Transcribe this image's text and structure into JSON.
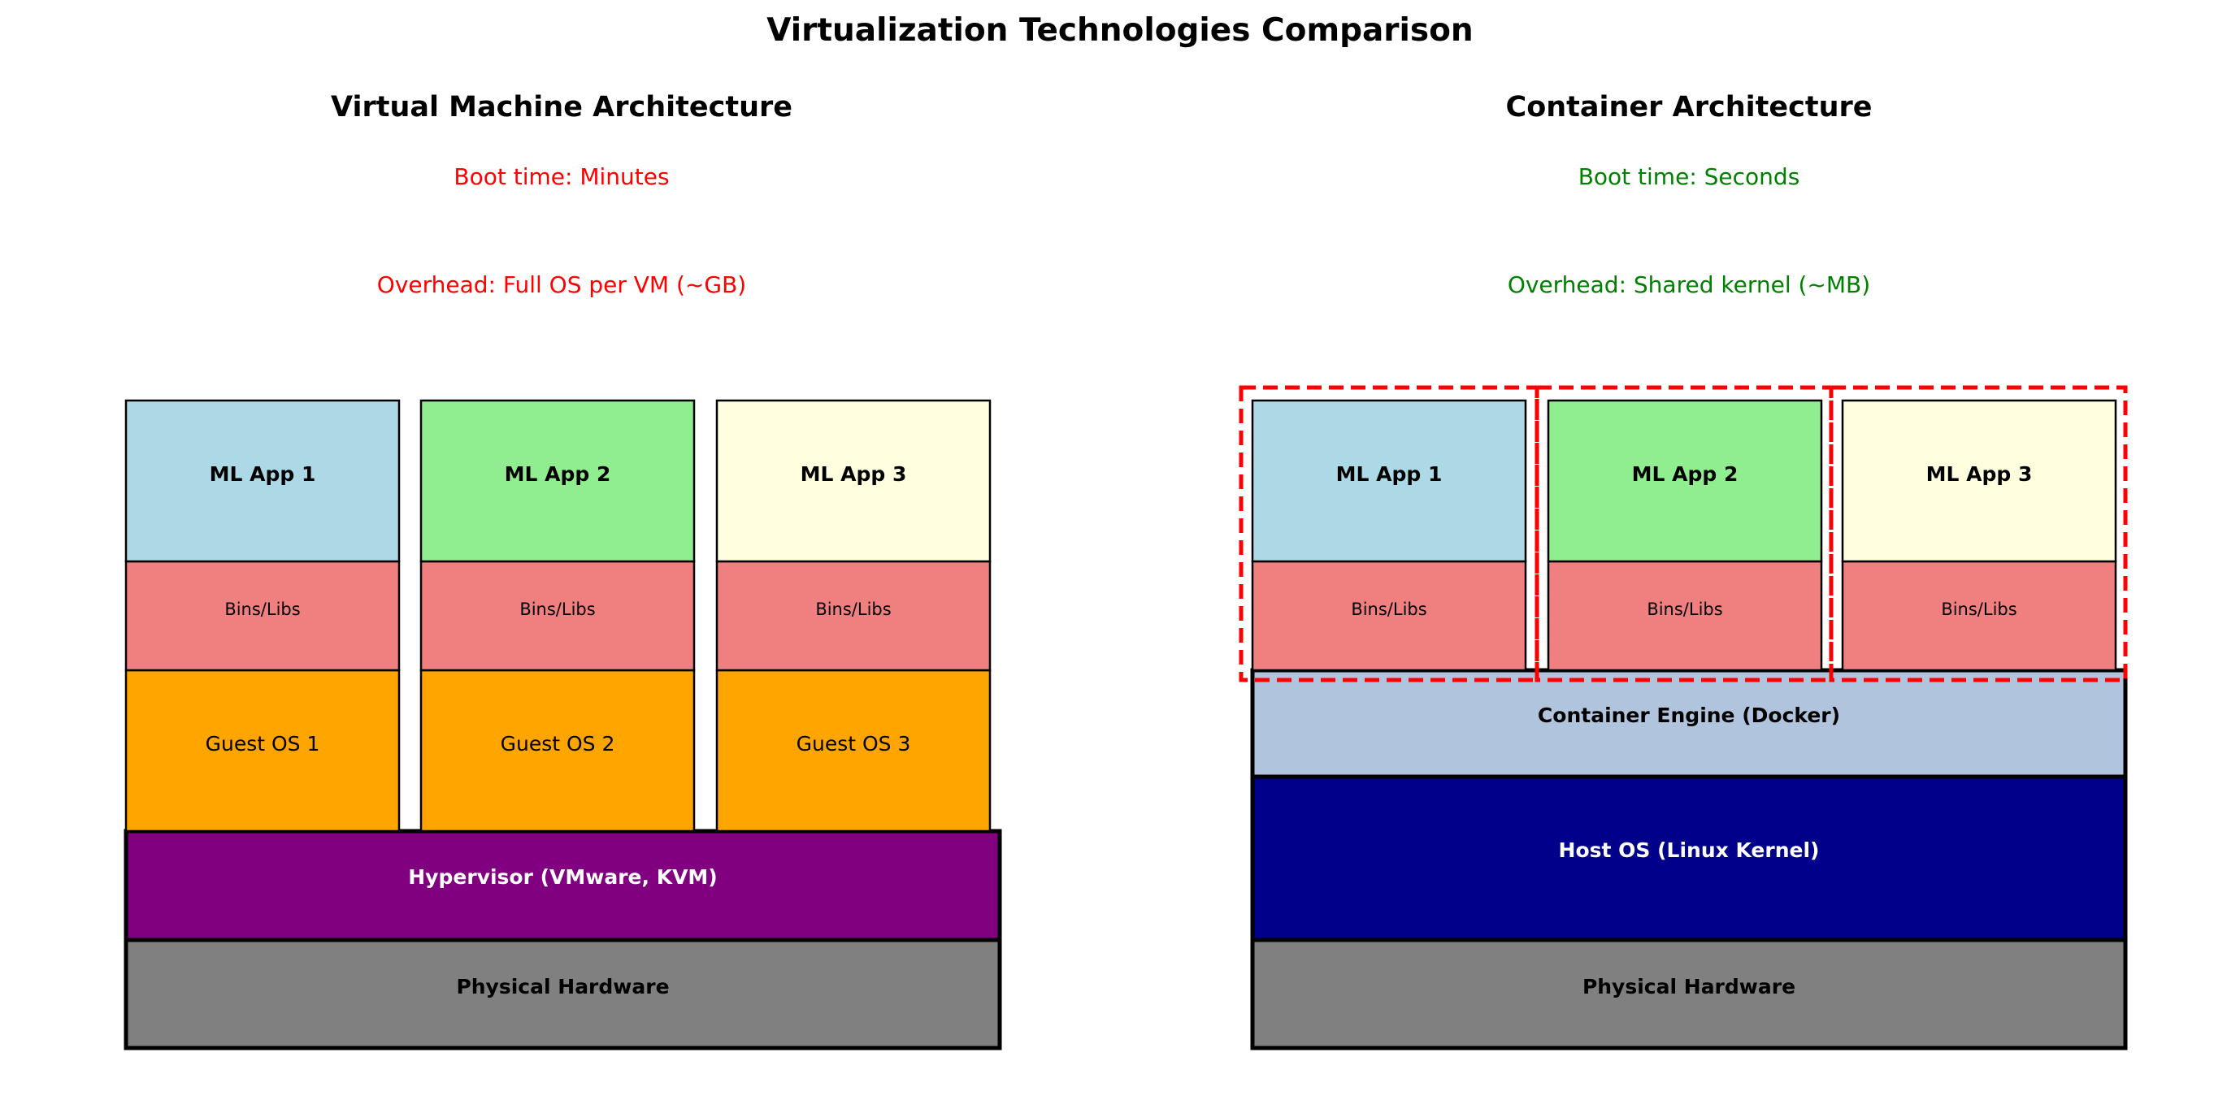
{
  "title": "Virtualization Technologies Comparison",
  "vm": {
    "title": "Virtual Machine Architecture",
    "boot_time": "Boot time: Minutes",
    "overhead": "Overhead: Full OS per VM (~GB)",
    "note_color": "#ff0000",
    "apps": [
      {
        "app": "ML App 1",
        "libs": "Bins/Libs",
        "os": "Guest OS 1",
        "color": "#add8e6"
      },
      {
        "app": "ML App 2",
        "libs": "Bins/Libs",
        "os": "Guest OS 2",
        "color": "#90ee90"
      },
      {
        "app": "ML App 3",
        "libs": "Bins/Libs",
        "os": "Guest OS 3",
        "color": "#ffffe0"
      }
    ],
    "hypervisor": "Hypervisor (VMware, KVM)",
    "hardware": "Physical Hardware"
  },
  "container": {
    "title": "Container Architecture",
    "boot_time": "Boot time: Seconds",
    "overhead": "Overhead: Shared kernel (~MB)",
    "note_color": "#008000",
    "apps": [
      {
        "app": "ML App 1",
        "libs": "Bins/Libs",
        "color": "#add8e6"
      },
      {
        "app": "ML App 2",
        "libs": "Bins/Libs",
        "color": "#90ee90"
      },
      {
        "app": "ML App 3",
        "libs": "Bins/Libs",
        "color": "#ffffe0"
      }
    ],
    "engine": "Container Engine (Docker)",
    "host_os": "Host OS (Linux Kernel)",
    "hardware": "Physical Hardware"
  },
  "colors": {
    "libs": "#f08080",
    "guest_os": "#ffa500",
    "hypervisor": "#800080",
    "hardware": "#808080",
    "engine": "#b0c4de",
    "host_os": "#00008b",
    "isolation": "#ff0000"
  }
}
